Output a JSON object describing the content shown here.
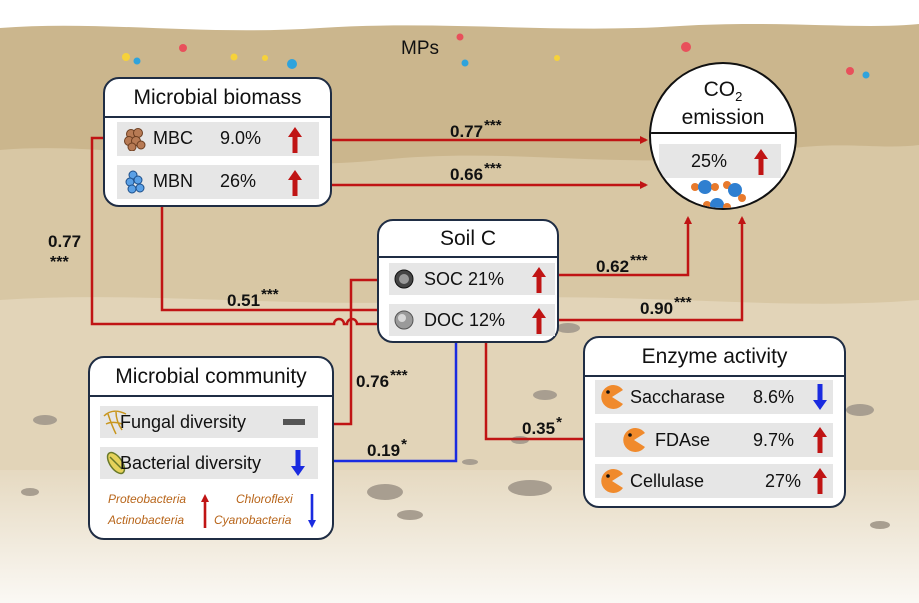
{
  "figure": {
    "mps_label": "MPs",
    "microbial_biomass": {
      "title": "Microbial biomass",
      "rows": [
        {
          "name": "MBC",
          "value": "9.0%",
          "trend": "up"
        },
        {
          "name": "MBN",
          "value": "26%",
          "trend": "up"
        }
      ]
    },
    "co2": {
      "title_line1": "CO",
      "title_sub": "2",
      "title_line2": "emission",
      "value": "25%",
      "trend": "up"
    },
    "soil_c": {
      "title": "Soil C",
      "rows": [
        {
          "name": "SOC",
          "value": "21%",
          "trend": "up"
        },
        {
          "name": "DOC",
          "value": "12%",
          "trend": "up"
        }
      ]
    },
    "microbial_community": {
      "title": "Microbial community",
      "rows": [
        {
          "name": "Fungal diversity",
          "trend": "flat"
        },
        {
          "name": "Bacterial diversity",
          "trend": "down"
        }
      ],
      "taxa_up": [
        "Proteobacteria",
        "Actinobacteria"
      ],
      "taxa_down": [
        "Chloroflexi",
        "Cyanobacteria"
      ]
    },
    "enzyme_activity": {
      "title": "Enzyme activity",
      "rows": [
        {
          "name": "Saccharase",
          "value": "8.6%",
          "trend": "down"
        },
        {
          "name": "FDAse",
          "value": "9.7%",
          "trend": "up"
        },
        {
          "name": "Cellulase",
          "value": "27%",
          "trend": "up"
        }
      ]
    },
    "paths": [
      {
        "from": "MBC",
        "to": "CO2 emission",
        "coef": "0.77",
        "sig": "***"
      },
      {
        "from": "MBN",
        "to": "CO2 emission",
        "coef": "0.66",
        "sig": "***"
      },
      {
        "from": "DOC",
        "to": "MBC",
        "coef": "0.77",
        "sig": "***"
      },
      {
        "from": "SOC",
        "to": "MBN",
        "coef": "0.51",
        "sig": "***"
      },
      {
        "from": "SOC",
        "to": "CO2 emission",
        "coef": "0.62",
        "sig": "***"
      },
      {
        "from": "DOC",
        "to": "CO2 emission",
        "coef": "0.90",
        "sig": "***"
      },
      {
        "from": "SOC",
        "to": "Fungal diversity",
        "coef": "0.76",
        "sig": "***"
      },
      {
        "from": "DOC",
        "to": "Bacterial diversity",
        "coef": "0.19",
        "sig": "*"
      },
      {
        "from": "DOC",
        "to": "FDAse",
        "coef": "0.35",
        "sig": "*"
      }
    ],
    "colors": {
      "positive_path": "#c01414",
      "negative_path": "#1a2be0",
      "up_arrow": "#c01414",
      "down_arrow": "#1a2be0",
      "box_border": "#1f2d44",
      "soil": "#d9c8a6",
      "enzyme_icon": "#f08a2c",
      "taxa_text": "#b8651a"
    }
  }
}
